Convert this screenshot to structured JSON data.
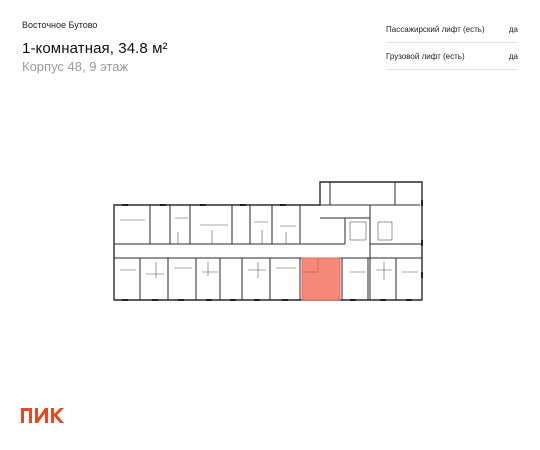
{
  "header": {
    "project_name": "Восточное Бутово",
    "apartment_title": "1-комнатная, 34.8 м²",
    "building_info": "Корпус 48, 9 этаж"
  },
  "features": [
    {
      "label": "Пассажирский лифт (есть)",
      "value": "да"
    },
    {
      "label": "Грузовой лифт (есть)",
      "value": "да"
    }
  ],
  "colors": {
    "accent": "#f5897a",
    "accent_stroke": "#e06a59",
    "logo": "#f0441f",
    "wall": "#222222"
  },
  "floor_plan": {
    "highlighted_unit": "1-комнатная, 34.8 м²"
  },
  "brand": {
    "logo_icon": "pik-logo"
  }
}
